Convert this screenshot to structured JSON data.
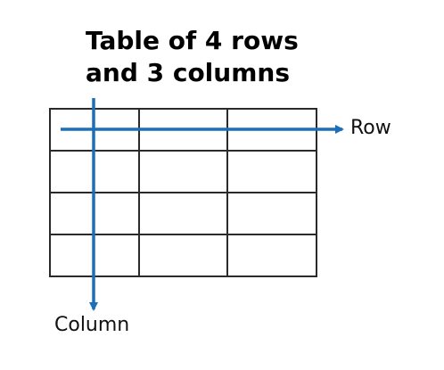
{
  "title_lines": [
    "Table of 4 rows",
    "and 3 columns"
  ],
  "grid": {
    "rows": 4,
    "columns": 3
  },
  "labels": {
    "row": "Row",
    "column": "Column"
  },
  "colors": {
    "arrow": "#1a6fb8",
    "grid_line": "#2a2a2a",
    "text": "#000000"
  }
}
